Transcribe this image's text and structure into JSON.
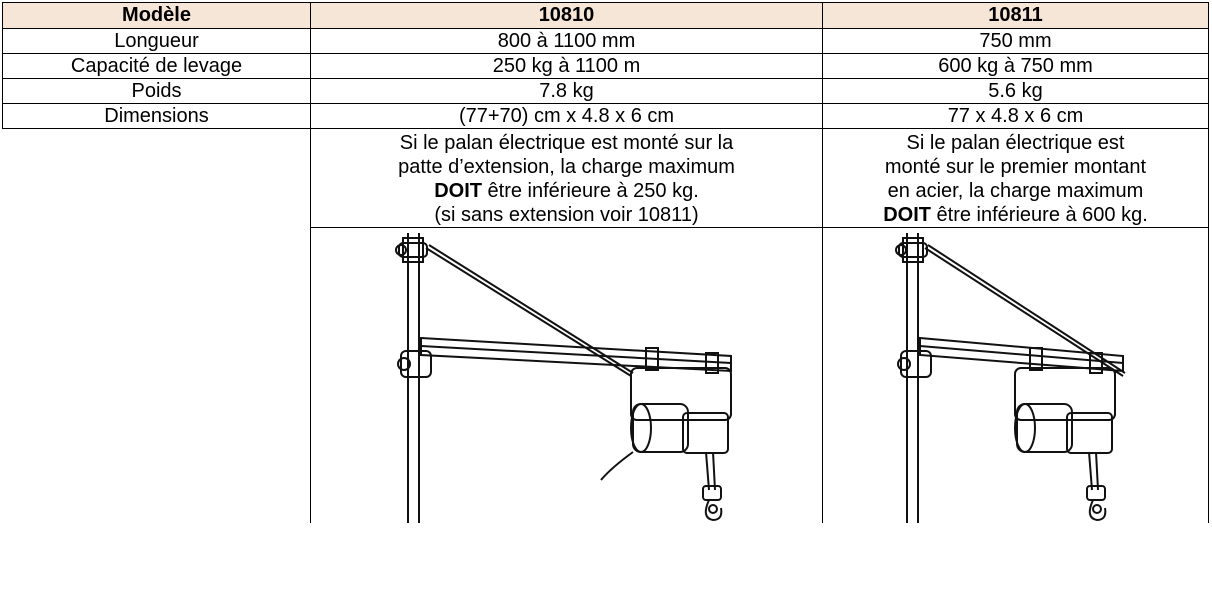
{
  "table": {
    "header": {
      "label": "Modèle",
      "model_a": "10810",
      "model_b": "10811"
    },
    "rows": [
      {
        "label": "Longueur",
        "a": "800 à 1100 mm",
        "b": "750 mm"
      },
      {
        "label": "Capacité de levage",
        "a": "250 kg à 1100 m",
        "b": "600 kg à 750 mm"
      },
      {
        "label": "Poids",
        "a": "7.8 kg",
        "b": "5.6 kg"
      },
      {
        "label": "Dimensions",
        "a": "(77+70) cm x 4.8 x 6 cm",
        "b": "77 x 4.8 x 6 cm"
      }
    ],
    "notes": {
      "a": {
        "line1": "Si le palan électrique est monté sur la",
        "line2": "patte d’extension, la charge maximum",
        "line3_bold": "DOIT",
        "line3_rest": " être inférieure à 250 kg.",
        "line4": "(si sans extension voir 10811)"
      },
      "b": {
        "line1": "Si le palan électrique est",
        "line2": "monté sur le premier montant",
        "line3": "en acier, la charge maximum",
        "line4_bold": "DOIT",
        "line4_rest": " être inférieure à 600 kg."
      }
    }
  },
  "colors": {
    "header_bg": "#f6e6d7",
    "border": "#000000"
  }
}
